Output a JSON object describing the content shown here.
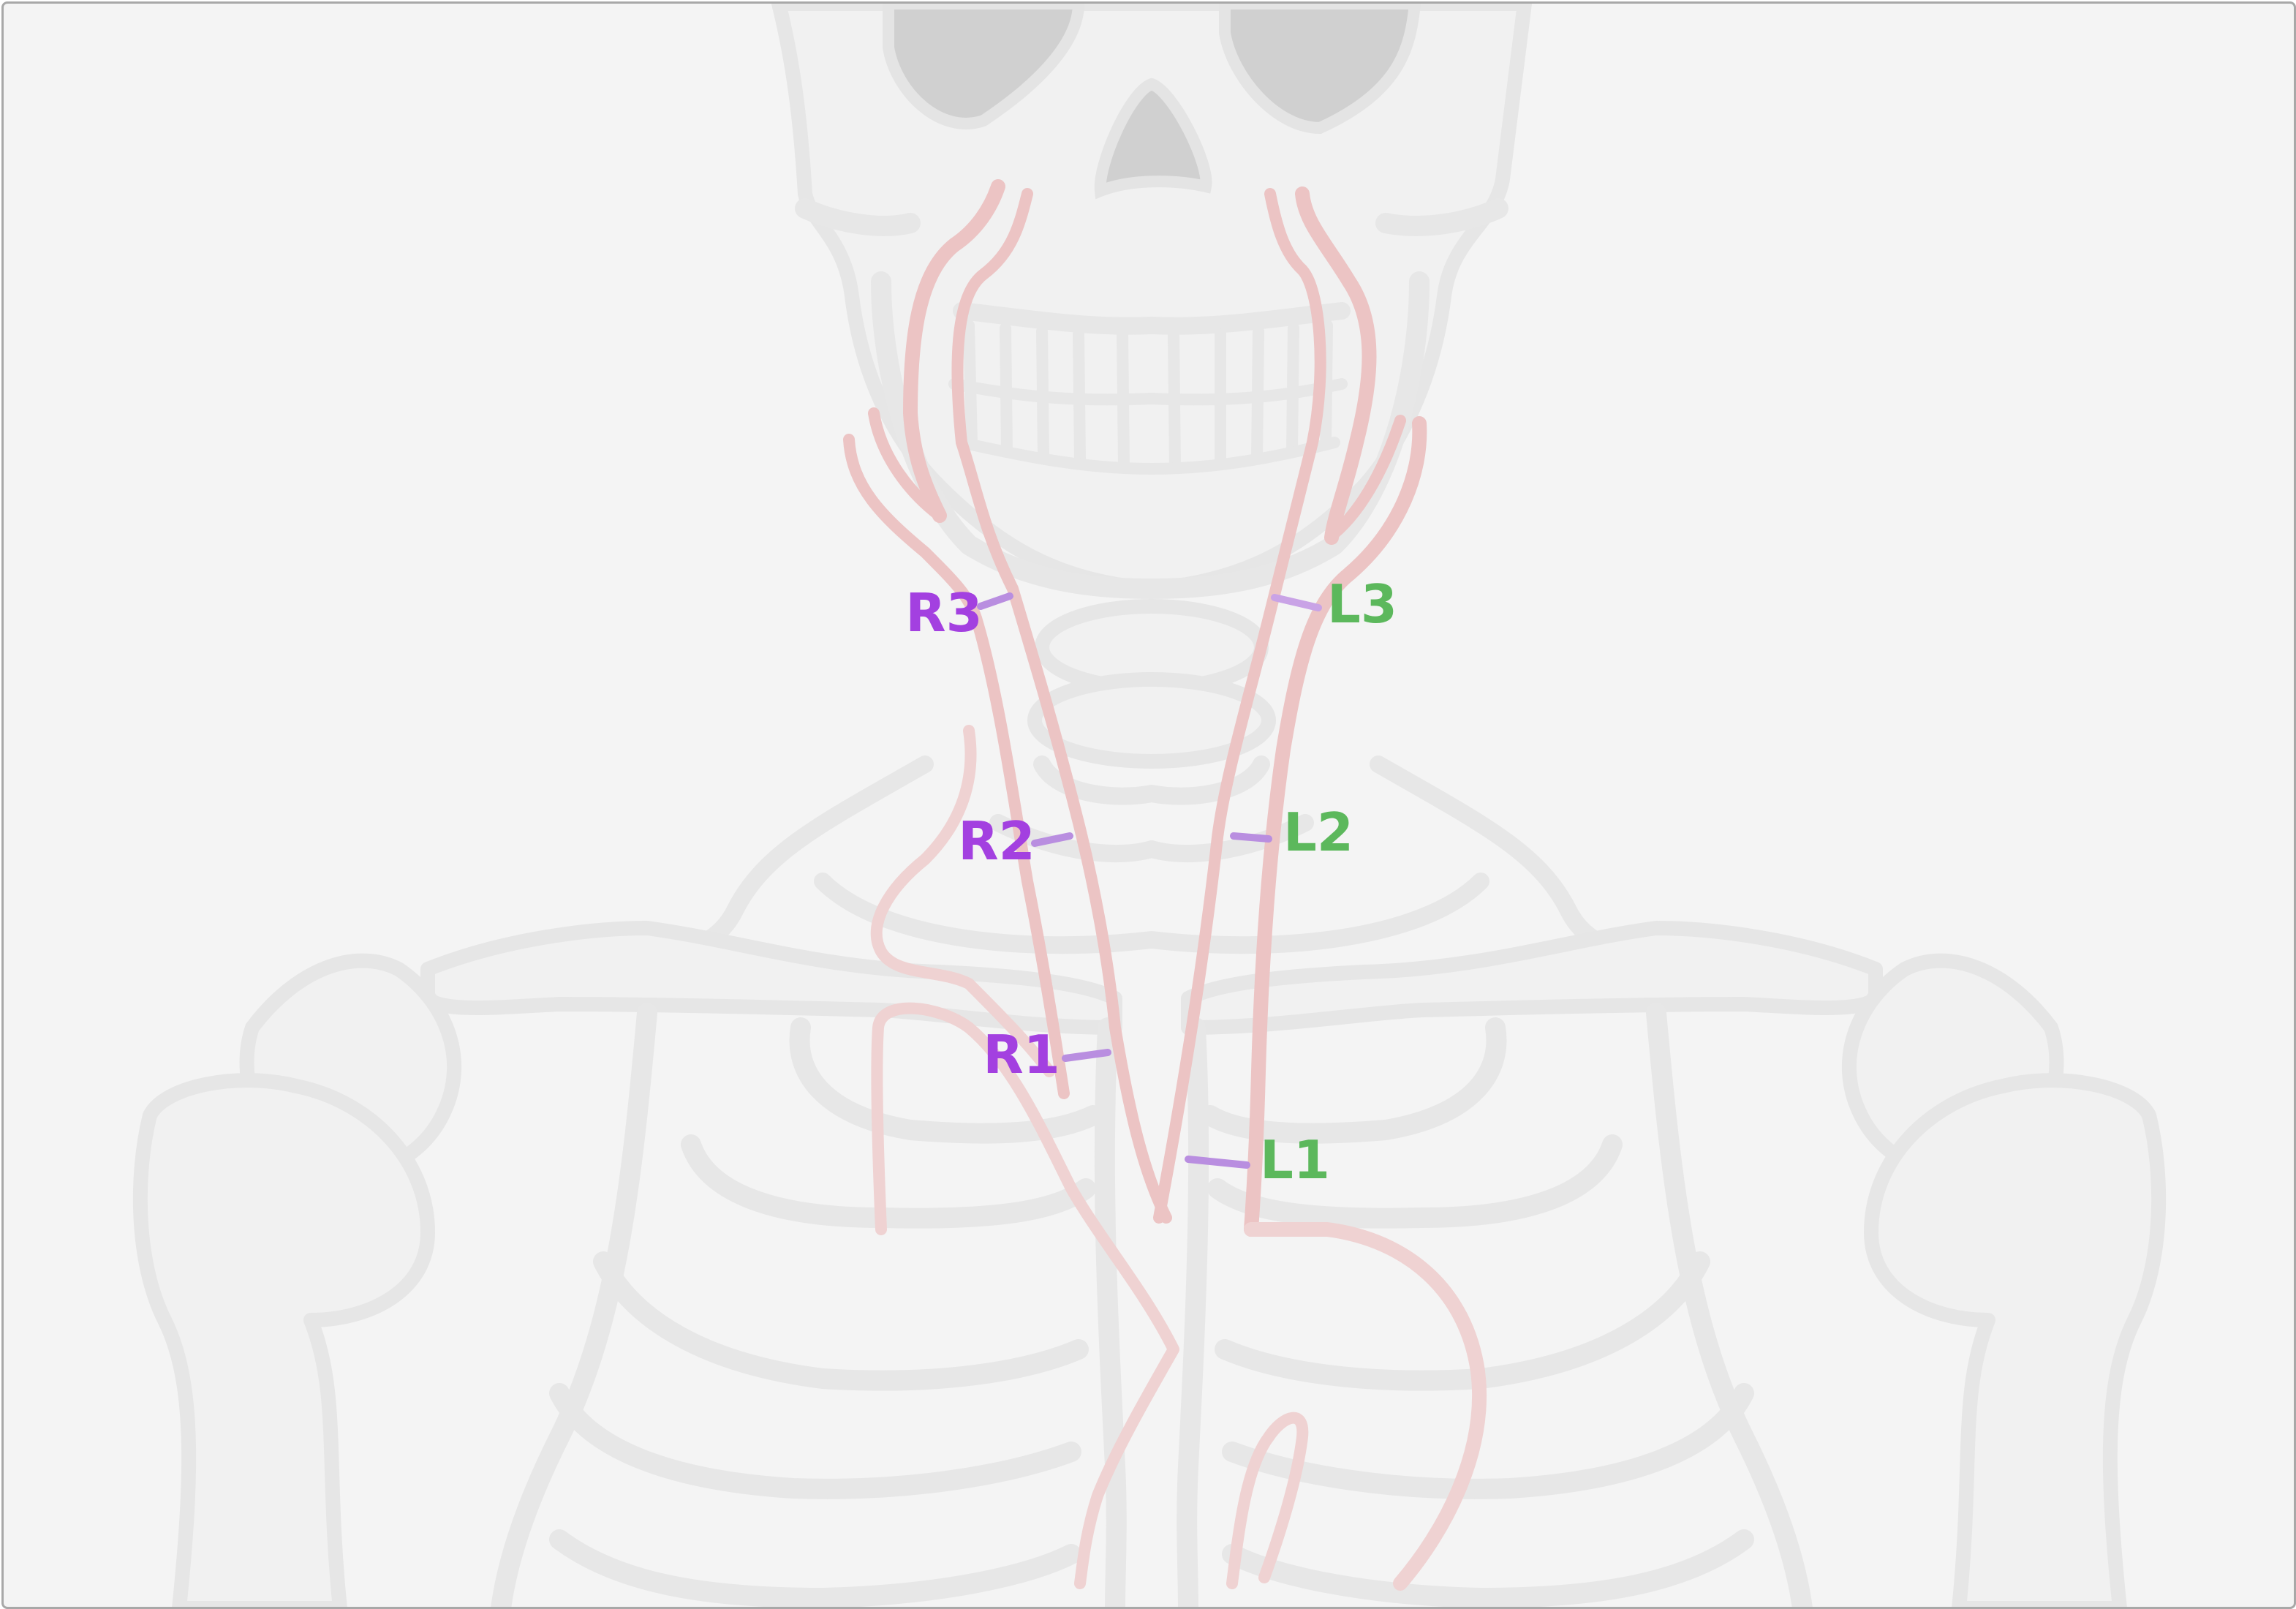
{
  "colors": {
    "background": "#f4f4f4",
    "border": "#a8a8a8",
    "skeleton_stroke": "#e6e6e6",
    "skeleton_fill": "#f1f1f1",
    "orbit_fill": "#d0d0d0",
    "vessel": "#ecc4c4",
    "vessel_faint": "#efd2d2",
    "right_label": "#a340e0",
    "right_tick": "#b98ee0",
    "left_label": "#5cb85c",
    "left_tick": "#c9a3e6"
  },
  "labels": {
    "R1": "R1",
    "R2": "R2",
    "R3": "R3",
    "L1": "L1",
    "L2": "L2",
    "L3": "L3"
  }
}
